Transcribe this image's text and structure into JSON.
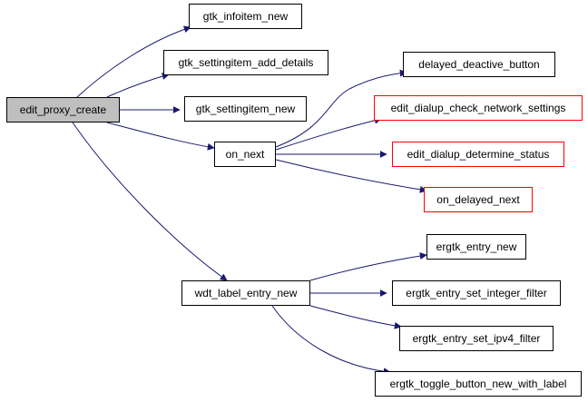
{
  "graph": {
    "root": "edit_proxy_create",
    "nodes": [
      {
        "id": "root",
        "label": "edit_proxy_create",
        "style": "root"
      },
      {
        "id": "infoitem",
        "label": "gtk_infoitem_new",
        "style": "normal"
      },
      {
        "id": "add_details",
        "label": "gtk_settingitem_add_details",
        "style": "normal"
      },
      {
        "id": "settingitem",
        "label": "gtk_settingitem_new",
        "style": "normal"
      },
      {
        "id": "on_next",
        "label": "on_next",
        "style": "normal"
      },
      {
        "id": "delayed_deactive",
        "label": "delayed_deactive_button",
        "style": "normal"
      },
      {
        "id": "check_network",
        "label": "edit_dialup_check_network_settings",
        "style": "red"
      },
      {
        "id": "determine_status",
        "label": "edit_dialup_determine_status",
        "style": "red"
      },
      {
        "id": "on_delayed_next",
        "label": "on_delayed_next",
        "style": "red"
      },
      {
        "id": "wdt_label",
        "label": "wdt_label_entry_new",
        "style": "normal"
      },
      {
        "id": "entry_new",
        "label": "ergtk_entry_new",
        "style": "normal"
      },
      {
        "id": "int_filter",
        "label": "ergtk_entry_set_integer_filter",
        "style": "normal"
      },
      {
        "id": "ipv4_filter",
        "label": "ergtk_entry_set_ipv4_filter",
        "style": "normal"
      },
      {
        "id": "toggle_button",
        "label": "ergtk_toggle_button_new_with_label",
        "style": "normal"
      }
    ],
    "edges": [
      {
        "from": "root",
        "to": "infoitem"
      },
      {
        "from": "root",
        "to": "add_details"
      },
      {
        "from": "root",
        "to": "settingitem"
      },
      {
        "from": "root",
        "to": "on_next"
      },
      {
        "from": "root",
        "to": "wdt_label"
      },
      {
        "from": "on_next",
        "to": "delayed_deactive"
      },
      {
        "from": "on_next",
        "to": "check_network"
      },
      {
        "from": "on_next",
        "to": "determine_status"
      },
      {
        "from": "on_next",
        "to": "on_delayed_next"
      },
      {
        "from": "wdt_label",
        "to": "entry_new"
      },
      {
        "from": "wdt_label",
        "to": "int_filter"
      },
      {
        "from": "wdt_label",
        "to": "ipv4_filter"
      },
      {
        "from": "wdt_label",
        "to": "toggle_button"
      }
    ],
    "colors": {
      "edge": "#191970",
      "root_fill": "#bfbfbf",
      "node_border": "#000000",
      "external_border": "#ff0000"
    }
  }
}
